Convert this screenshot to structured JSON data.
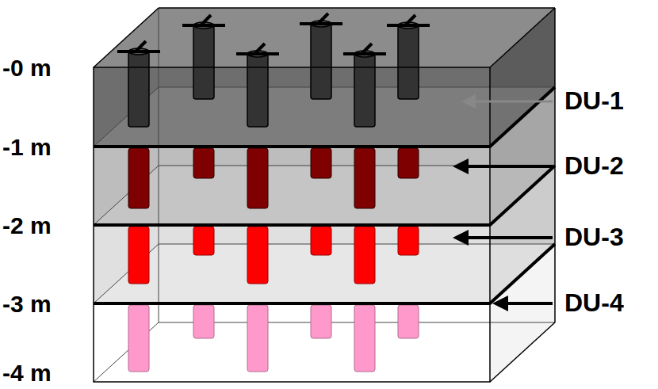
{
  "diagram": {
    "labels": [
      "-0 m",
      "-1 m",
      "-2 m",
      "-3 m",
      "-4 m",
      "DU-1",
      "DU-2",
      "DU-3",
      "DU-4"
    ]
  }
}
